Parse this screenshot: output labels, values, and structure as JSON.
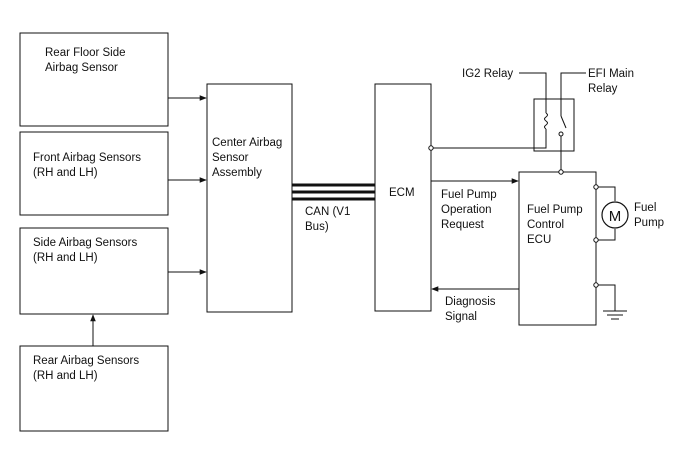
{
  "blocks": {
    "rear_floor_side_sensor": [
      "Rear Floor Side",
      "Airbag Sensor"
    ],
    "front_airbag_sensors": [
      "Front Airbag Sensors",
      "(RH and LH)"
    ],
    "side_airbag_sensors": [
      "Side Airbag Sensors",
      "(RH and LH)"
    ],
    "rear_airbag_sensors": [
      "Rear Airbag Sensors",
      "(RH and LH)"
    ],
    "center_airbag_assembly": [
      "Center Airbag",
      "Sensor",
      "Assembly"
    ],
    "ecm": "ECM",
    "fuel_pump_ecu": [
      "Fuel Pump",
      "Control",
      "ECU"
    ]
  },
  "labels": {
    "can_bus": [
      "CAN (V1",
      "Bus)"
    ],
    "fuel_pump_request": [
      "Fuel Pump",
      "Operation",
      "Request"
    ],
    "diagnosis_signal": [
      "Diagnosis",
      "Signal"
    ],
    "ig2_relay": "IG2 Relay",
    "efi_main_relay": [
      "EFI Main",
      "Relay"
    ],
    "fuel_pump": [
      "Fuel",
      "Pump"
    ],
    "motor_symbol": "M"
  }
}
